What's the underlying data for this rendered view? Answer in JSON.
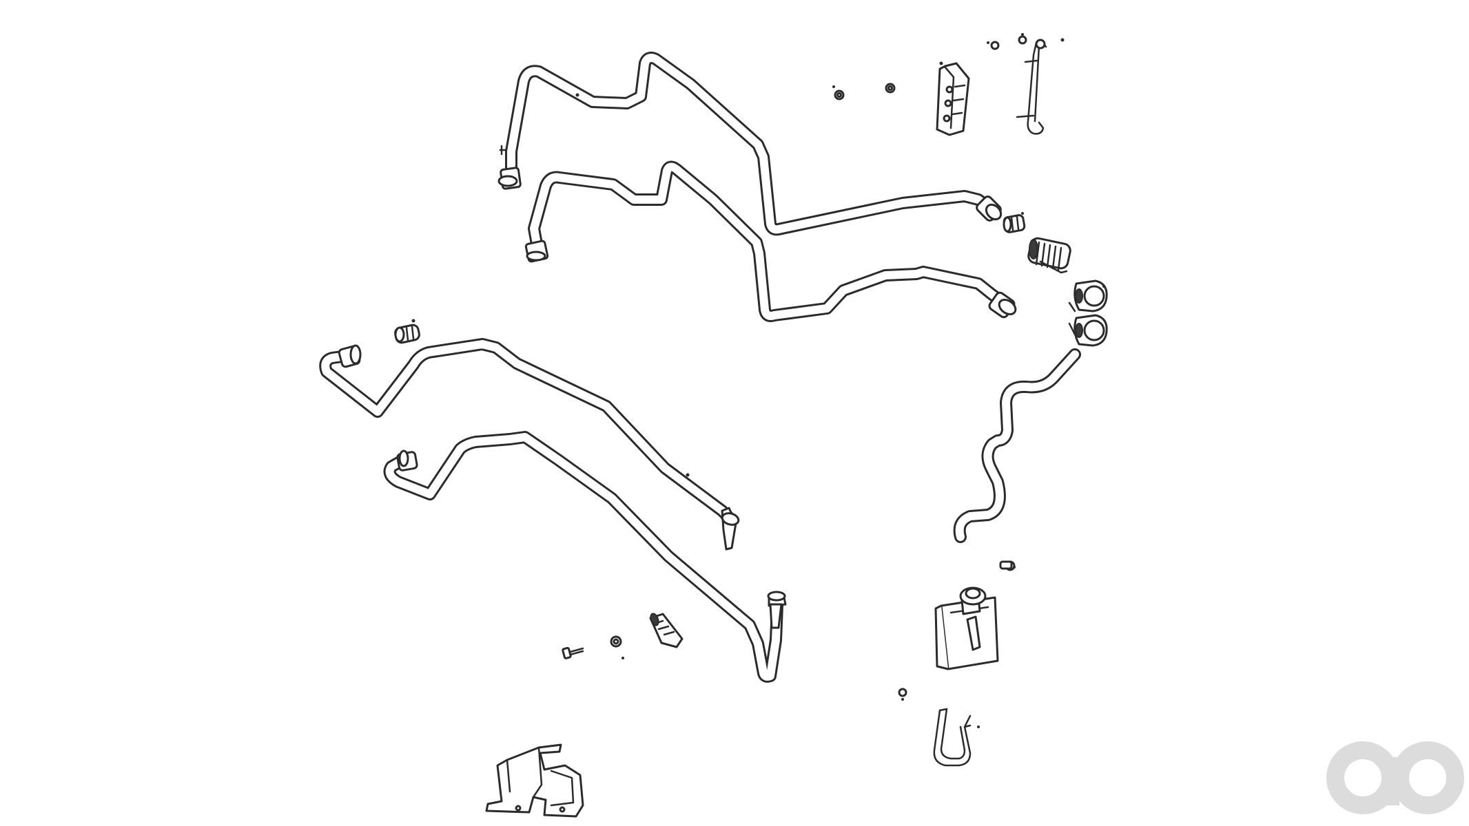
{
  "diagram": {
    "kind": "exploded-parts-drawing",
    "line_color": "#2b2b2b",
    "background": "#ffffff",
    "parts": [
      {
        "name": "upper-transmission-cooler-line",
        "icon": "tube"
      },
      {
        "name": "second-transmission-cooler-line",
        "icon": "tube"
      },
      {
        "name": "lower-left-cooler-line",
        "icon": "tube"
      },
      {
        "name": "lower-cooler-line",
        "icon": "tube"
      },
      {
        "name": "flexible-hose",
        "icon": "hose"
      },
      {
        "name": "line-bracket-clip",
        "icon": "bracket"
      },
      {
        "name": "support-rod",
        "icon": "rod"
      },
      {
        "name": "quick-connect-fitting",
        "icon": "fitting"
      },
      {
        "name": "coupler-spring",
        "icon": "spring"
      },
      {
        "name": "retainer-clamps",
        "icon": "clamp"
      },
      {
        "name": "canister-with-fitting",
        "icon": "canister"
      },
      {
        "name": "u-strap-bracket",
        "icon": "strap"
      },
      {
        "name": "mounting-bracket",
        "icon": "bracket"
      },
      {
        "name": "retainer-clip",
        "icon": "clip"
      },
      {
        "name": "bolt",
        "icon": "bolt"
      },
      {
        "name": "nut",
        "icon": "nut"
      }
    ]
  },
  "watermark": {
    "kind": "logo",
    "color": "#dcdcdc"
  }
}
